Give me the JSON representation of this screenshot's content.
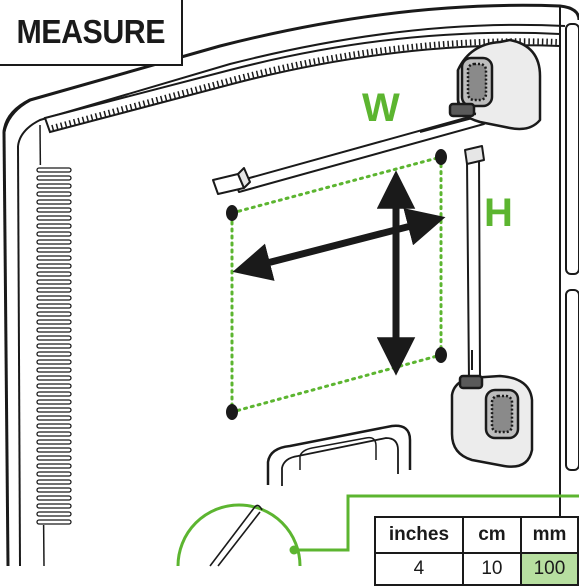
{
  "title": "MEASURE",
  "labels": {
    "width": "W",
    "height": "H"
  },
  "table": {
    "headers": [
      "inches",
      "cm",
      "mm"
    ],
    "rows": [
      [
        "4",
        "10",
        "100"
      ]
    ]
  },
  "colors": {
    "accent_green": "#5cb530",
    "outline": "#1a1a1a",
    "table_highlight": "#b7dfa0"
  },
  "icons": [
    "mounting-hole-icon",
    "tape-measure-icon",
    "magnifier-icon"
  ]
}
